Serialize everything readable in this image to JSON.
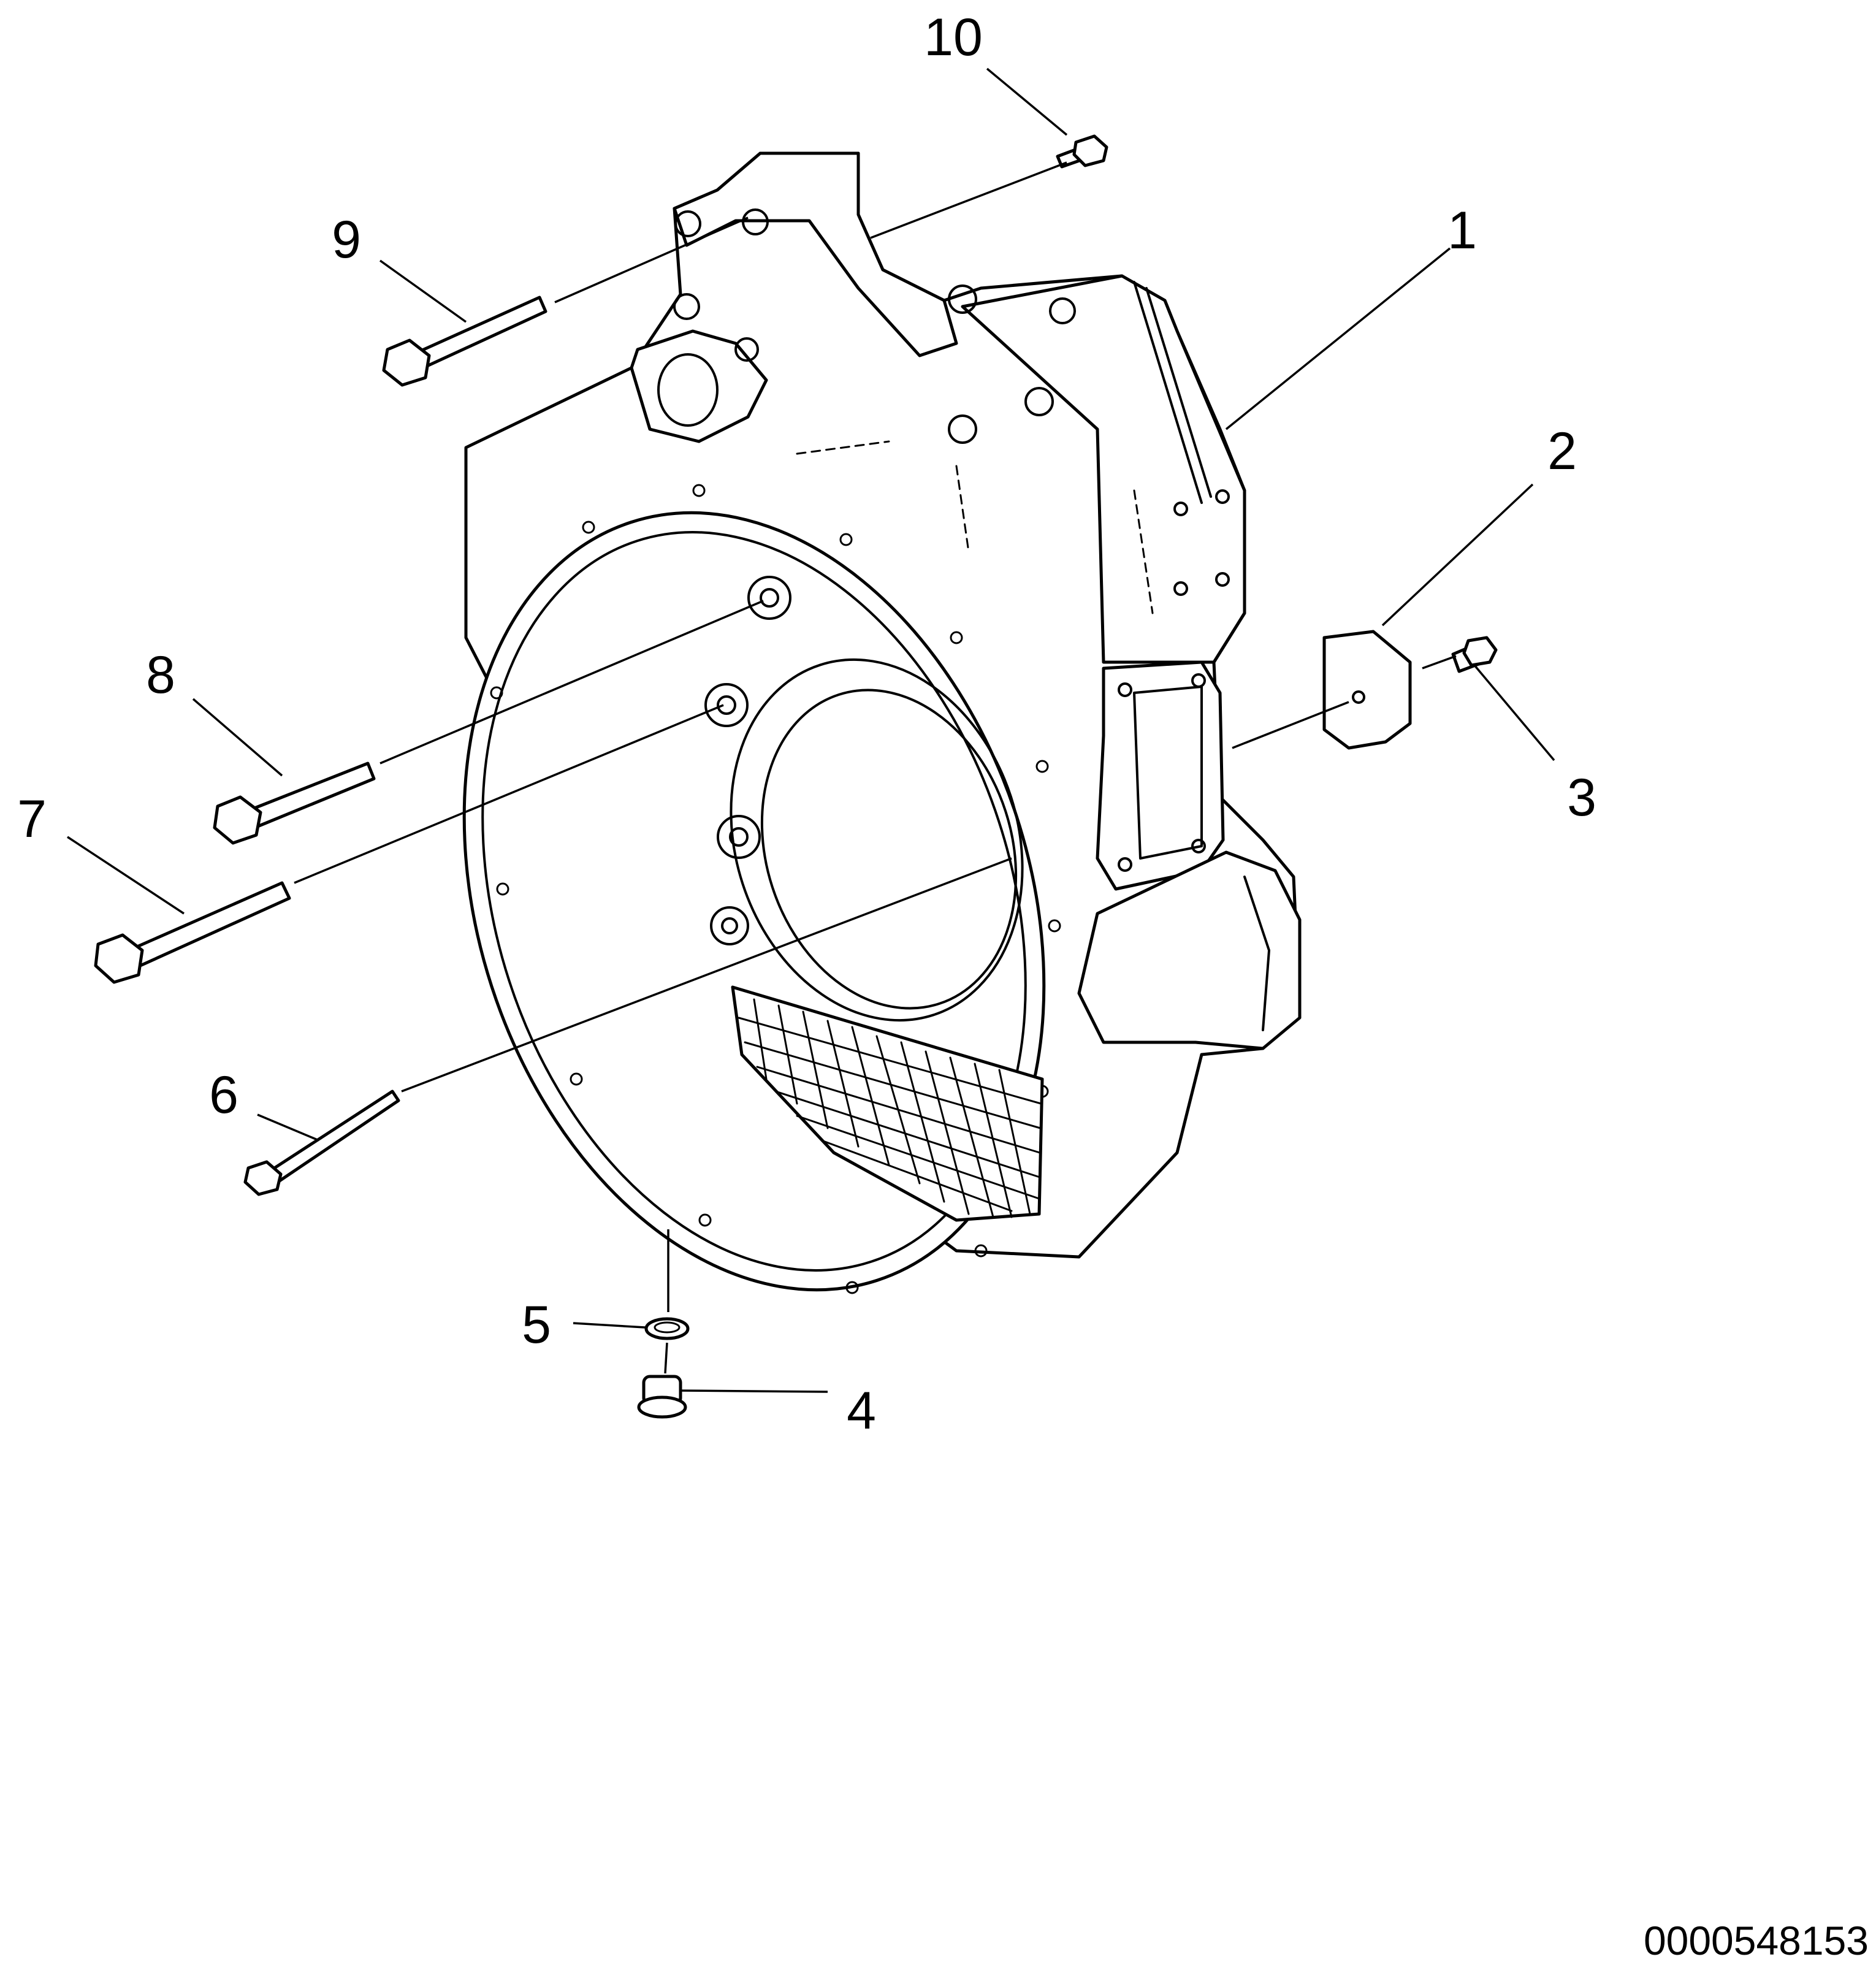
{
  "callouts": [
    {
      "id": "1",
      "label": "1"
    },
    {
      "id": "2",
      "label": "2"
    },
    {
      "id": "3",
      "label": "3"
    },
    {
      "id": "4",
      "label": "4"
    },
    {
      "id": "5",
      "label": "5"
    },
    {
      "id": "6",
      "label": "6"
    },
    {
      "id": "7",
      "label": "7"
    },
    {
      "id": "8",
      "label": "8"
    },
    {
      "id": "9",
      "label": "9"
    },
    {
      "id": "10",
      "label": "10"
    }
  ],
  "drawing_id": "0000548153"
}
